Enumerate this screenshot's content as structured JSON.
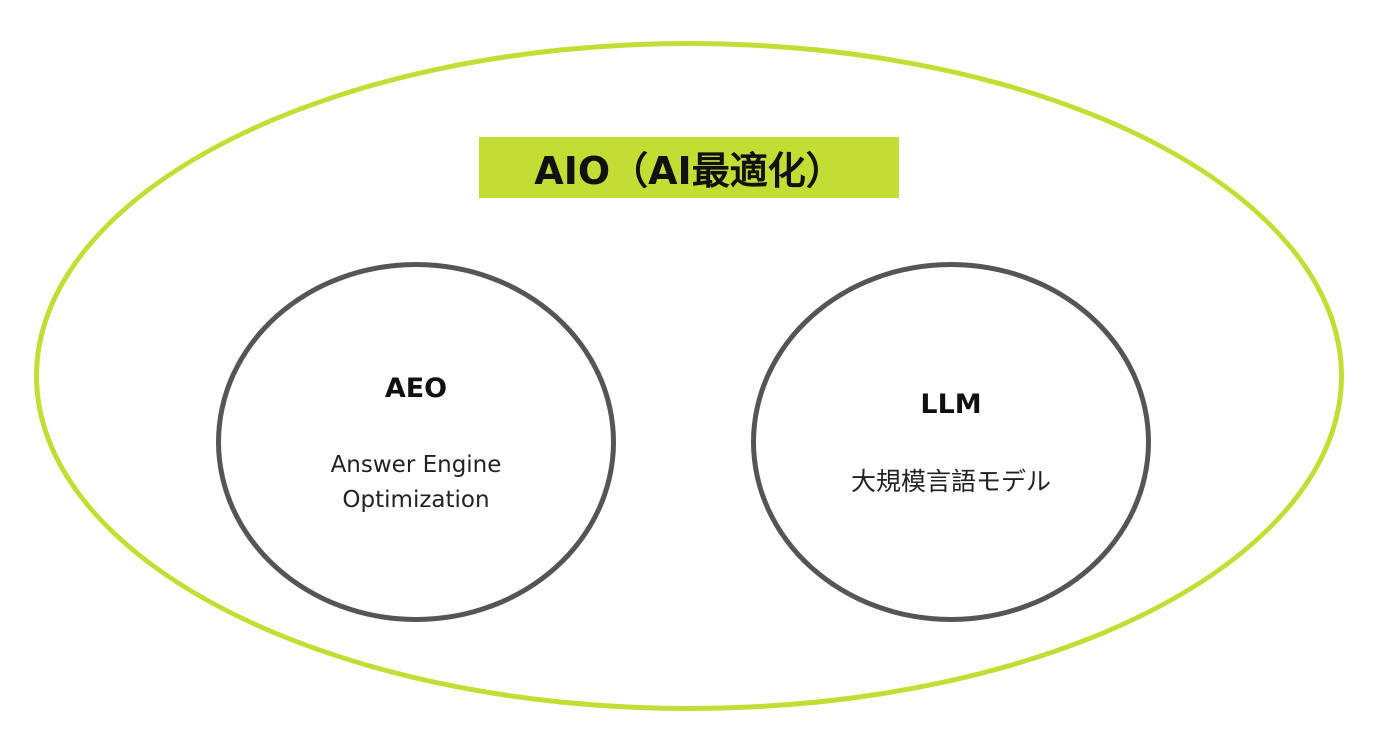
{
  "diagram": {
    "title": "AIO（AI最適化）",
    "nodes": [
      {
        "title": "AEO",
        "lines": [
          "Answer Engine",
          "Optimization"
        ]
      },
      {
        "title": "LLM",
        "lines": [
          "大規模言語モデル"
        ]
      }
    ]
  },
  "colors": {
    "accent": "#c3dd34",
    "circle_stroke": "#555555",
    "text": "#111111",
    "background": "#ffffff"
  }
}
